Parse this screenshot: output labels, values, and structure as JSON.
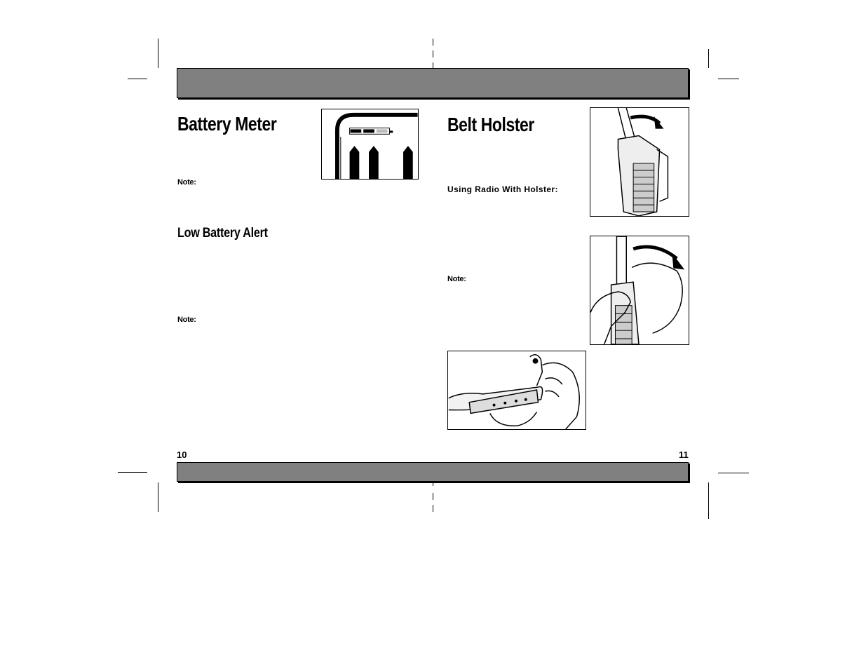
{
  "left_page": {
    "heading": "Battery Meter",
    "note_label_1": "Note:",
    "subheading": "Low Battery Alert",
    "note_label_2": "Note:",
    "page_number": "10"
  },
  "right_page": {
    "heading": "Belt Holster",
    "subheading": "Using Radio With Holster:",
    "note_label": "Note:",
    "page_number": "11"
  },
  "figures": [
    {
      "name": "battery-meter-icon",
      "depicts": "battery level display"
    },
    {
      "name": "radio-holster-attach-icon",
      "depicts": "radio sliding into holster"
    },
    {
      "name": "radio-holster-remove-icon",
      "depicts": "hand removing radio from holster"
    },
    {
      "name": "holster-clip-icon",
      "depicts": "hands attaching belt clip"
    }
  ]
}
